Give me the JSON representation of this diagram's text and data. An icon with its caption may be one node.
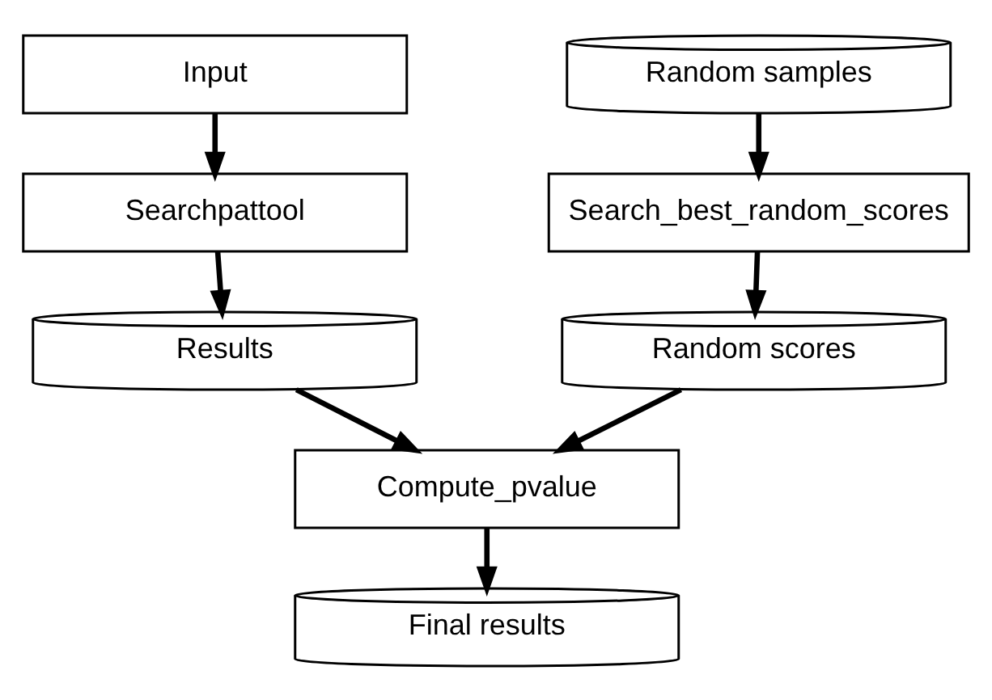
{
  "diagram": {
    "nodes": [
      {
        "text": [
          "Input"
        ]
      },
      {
        "text": [
          "Random samples"
        ]
      },
      {
        "text": [
          "Searchpattool"
        ]
      },
      {
        "text": [
          "Search_best_random_scores"
        ]
      },
      {
        "text": [
          "Results"
        ]
      },
      {
        "text": [
          "Random scores"
        ]
      },
      {
        "text": [
          "Compute_pvalue"
        ]
      },
      {
        "text": [
          "Final results"
        ]
      }
    ],
    "edges": [
      {
        "from": 0,
        "to": 2,
        "arrow": "to"
      },
      {
        "from": 1,
        "to": 3,
        "arrow": "to"
      },
      {
        "from": 2,
        "to": 4,
        "arrow": "to"
      },
      {
        "from": 3,
        "to": 5,
        "arrow": "to"
      },
      {
        "from": 4,
        "to": 6,
        "arrow": "to"
      },
      {
        "from": 5,
        "to": 6,
        "arrow": "to"
      },
      {
        "from": 6,
        "to": 7,
        "arrow": "to"
      }
    ]
  }
}
